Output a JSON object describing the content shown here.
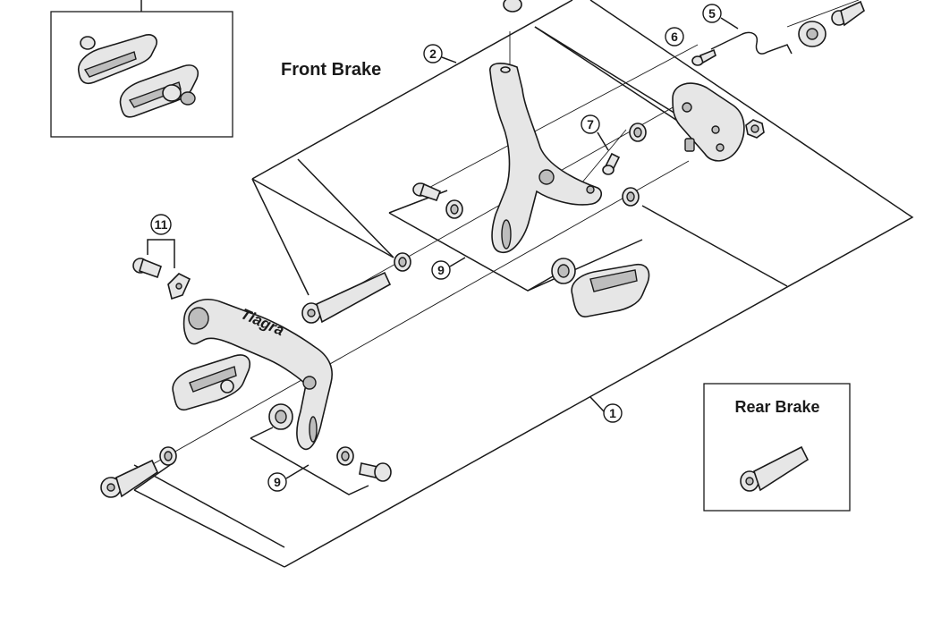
{
  "labels": {
    "front_brake": "Front Brake",
    "rear_brake": "Rear Brake",
    "brand_mark": "Tiagra"
  },
  "callouts": {
    "c1": "1",
    "c2": "2",
    "c5": "5",
    "c6": "6",
    "c7": "7",
    "c9a": "9",
    "c9b": "9",
    "c11": "11"
  }
}
